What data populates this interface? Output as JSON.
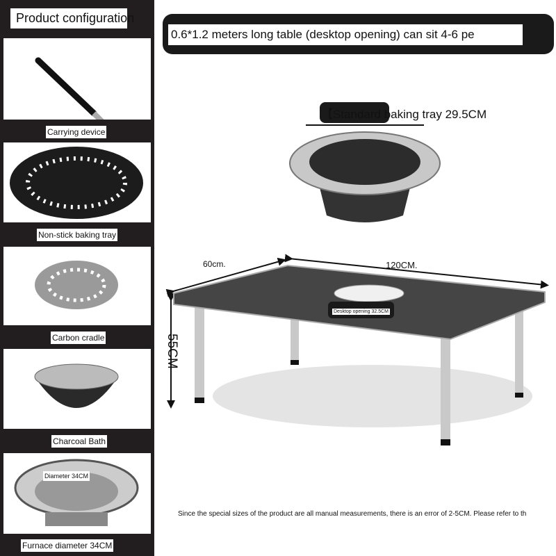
{
  "sidebar": {
    "title": "Product configuration",
    "items": [
      {
        "label": "Carrying device",
        "icon": "handle-icon"
      },
      {
        "label": "Non-stick baking tray",
        "icon": "baking-tray-icon"
      },
      {
        "label": "Carbon cradle",
        "icon": "perforated-plate-icon"
      },
      {
        "label": "Charcoal Bath",
        "icon": "bowl-icon"
      },
      {
        "label": "Furnace diameter 34CM",
        "icon": "furnace-icon",
        "sublabel": "Diameter 34CM"
      }
    ]
  },
  "headline": "0.6*1.2 meters long table (desktop opening) can sit 4-6 pe",
  "tray_label": "【Standard baking tray 29.5CM",
  "dims": {
    "width": "60cm.",
    "length": "120CM.",
    "height": "55CM",
    "opening": "Desktop opening 32.5CM"
  },
  "note": "Since the special sizes of the product are all manual measurements, there is an error of 2-5CM. Please refer to th"
}
